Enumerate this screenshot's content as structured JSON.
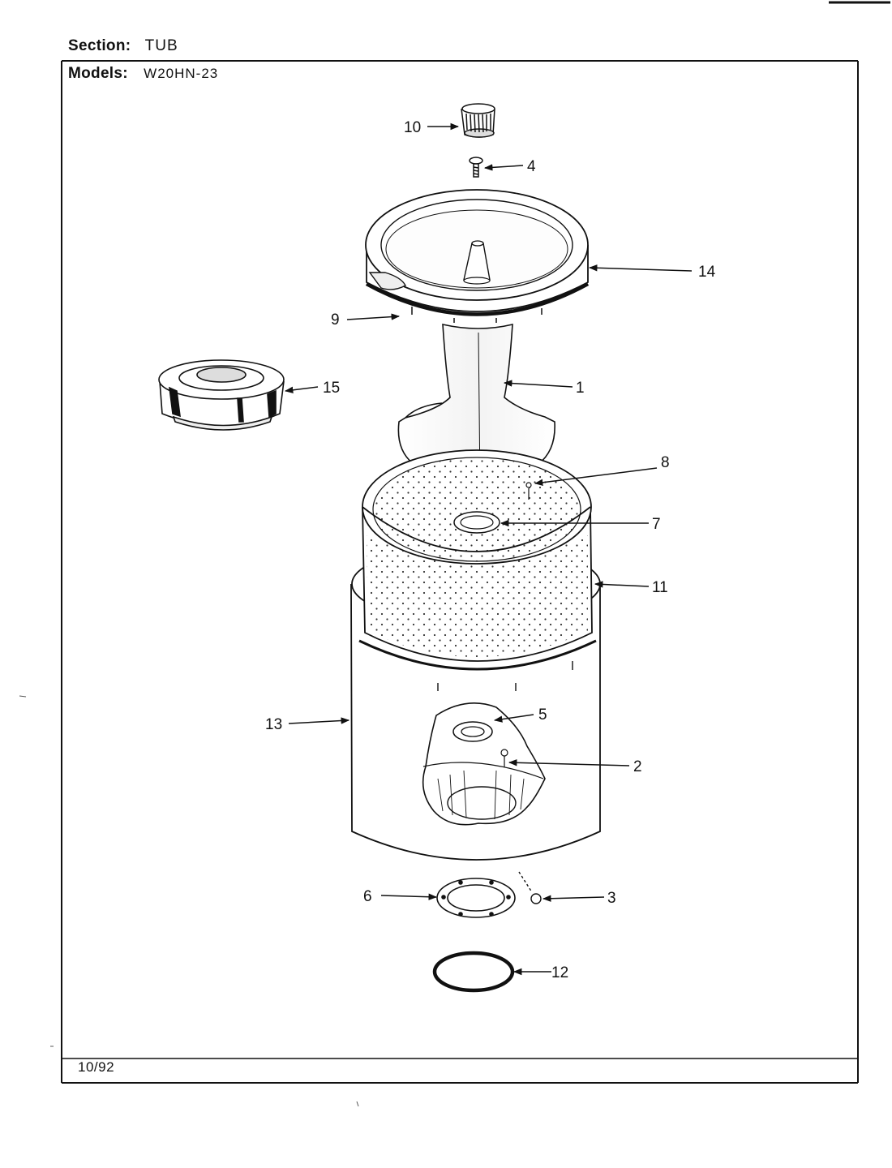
{
  "header": {
    "section_label": "Section:",
    "section_value": "TUB",
    "models_label": "Models:",
    "models_value": "W20HN-23"
  },
  "callouts": {
    "c1": "1",
    "c2": "2",
    "c3": "3",
    "c4": "4",
    "c5": "5",
    "c6": "6",
    "c7": "7",
    "c8": "8",
    "c9": "9",
    "c10": "10",
    "c11": "11",
    "c12": "12",
    "c13": "13",
    "c14": "14",
    "c15": "15"
  },
  "footer": {
    "date": "10/92"
  }
}
